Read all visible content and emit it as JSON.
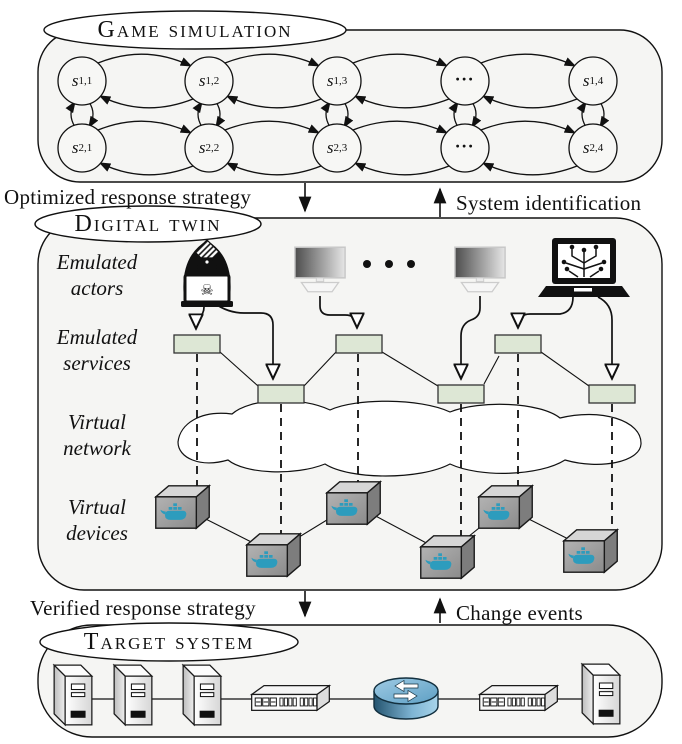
{
  "game": {
    "title": "Game simulation",
    "rows": [
      [
        {
          "base": "s",
          "sub": "1,1"
        },
        {
          "base": "s",
          "sub": "1,2"
        },
        {
          "base": "s",
          "sub": "1,3"
        },
        {
          "base": "···",
          "sub": ""
        },
        {
          "base": "s",
          "sub": "1,4"
        }
      ],
      [
        {
          "base": "s",
          "sub": "2,1"
        },
        {
          "base": "s",
          "sub": "2,2"
        },
        {
          "base": "s",
          "sub": "2,3"
        },
        {
          "base": "···",
          "sub": ""
        },
        {
          "base": "s",
          "sub": "2,4"
        }
      ]
    ]
  },
  "flow_top": {
    "down_label": "Optimized response strategy",
    "up_label": "System identification"
  },
  "twin": {
    "title": "Digital twin",
    "rows": [
      {
        "line1": "Emulated",
        "line2": "actors"
      },
      {
        "line1": "Emulated",
        "line2": "services"
      },
      {
        "line1": "Virtual",
        "line2": "network"
      },
      {
        "line1": "Virtual",
        "line2": "devices"
      }
    ]
  },
  "flow_bottom": {
    "down_label": "Verified response strategy",
    "up_label": "Change events"
  },
  "target": {
    "title": "Target system"
  },
  "icons": {
    "skull": "☠",
    "hacker": "hooded-attacker",
    "workstation": "gradient-monitor",
    "agent_laptop": "circuit-laptop",
    "device": "container-cube",
    "network": "cloud"
  },
  "colors": {
    "panel_bg": "#f5f5f3",
    "node_fill": "#f7f7f5",
    "service_box": "#dde7d5",
    "cloud_fill": "#ffffff",
    "whale_blue": "#2d9cbd",
    "router_blue": "#4a90b8",
    "line": "#111111"
  }
}
